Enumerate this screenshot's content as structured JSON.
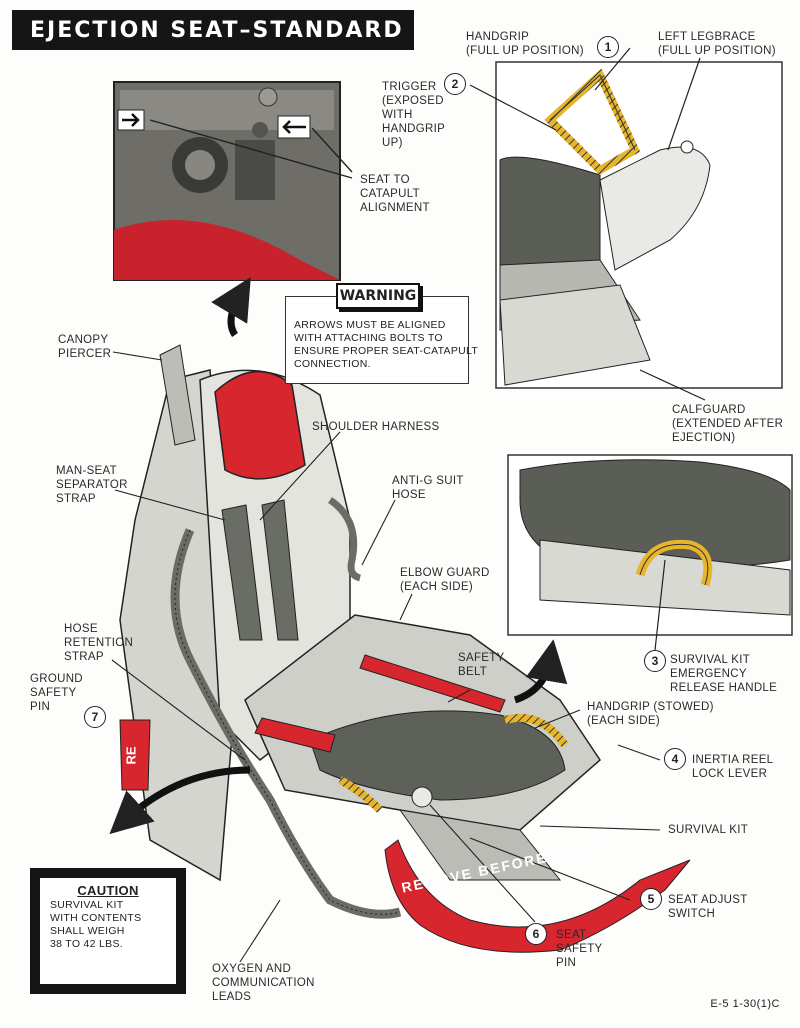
{
  "title": "EJECTION SEAT–STANDARD",
  "warning": {
    "heading": "WARNING",
    "text": "ARROWS MUST BE ALIGNED\nWITH ATTACHING BOLTS TO\nENSURE PROPER SEAT-CATAPULT\nCONNECTION."
  },
  "caution": {
    "heading": "CAUTION",
    "text": "SURVIVAL KIT\nWITH CONTENTS\nSHALL WEIGH\n38 TO 42 LBS."
  },
  "labels": {
    "handgrip_up": "HANDGRIP\n(FULL UP POSITION)",
    "left_legbrace": "LEFT LEGBRACE\n(FULL UP POSITION)",
    "trigger": "TRIGGER\n(EXPOSED\nWITH\nHANDGRIP\nUP)",
    "seat_catapult": "SEAT TO\nCATAPULT\nALIGNMENT",
    "canopy_piercer": "CANOPY\nPIERCER",
    "calfguard": "CALFGUARD\n(EXTENDED AFTER\nEJECTION)",
    "shoulder_harness": "SHOULDER HARNESS",
    "man_seat_strap": "MAN-SEAT\nSEPARATOR\nSTRAP",
    "anti_g": "ANTI-G SUIT\nHOSE",
    "elbow_guard": "ELBOW GUARD\n(EACH SIDE)",
    "hose_retention": "HOSE\nRETENTION\nSTRAP",
    "ground_safety_pin": "GROUND\nSAFETY\nPIN",
    "safety_belt": "SAFETY\nBELT",
    "survival_release": "SURVIVAL KIT\nEMERGENCY\nRELEASE HANDLE",
    "handgrip_stowed": "HANDGRIP (STOWED)\n(EACH SIDE)",
    "inertia_reel": "INERTIA REEL\nLOCK LEVER",
    "survival_kit": "SURVIVAL KIT",
    "seat_adjust": "SEAT ADJUST\nSWITCH",
    "seat_safety_pin": "SEAT\nSAFETY\nPIN",
    "oxygen_leads": "OXYGEN AND\nCOMMUNICATION\nLEADS"
  },
  "callouts": [
    "1",
    "2",
    "3",
    "4",
    "5",
    "6",
    "7"
  ],
  "streamer_text": "REMOVE BEFORE FLIGHT",
  "tag_text": "RE",
  "figure_code": "E-5 1-30(1)C",
  "colors": {
    "red": "#d8262e",
    "yellow": "#e7b52a",
    "seat_gray": "#c9c9c4",
    "cushion": "#5e605a",
    "ink": "#222222"
  }
}
